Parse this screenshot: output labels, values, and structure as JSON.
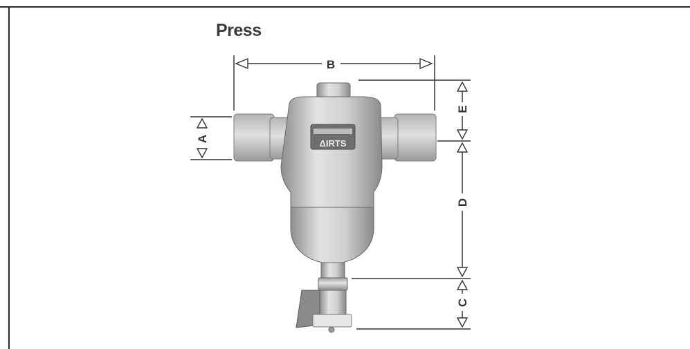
{
  "title": "Press",
  "dimensions": {
    "a": "A",
    "b": "B",
    "c": "C",
    "d": "D",
    "e": "E"
  },
  "body_label": "ΔIRTS",
  "colors": {
    "border": "#2a2a2a",
    "body_light": "#dcdcdc",
    "body_dark": "#8a8a8a",
    "dim_line": "#333333"
  }
}
